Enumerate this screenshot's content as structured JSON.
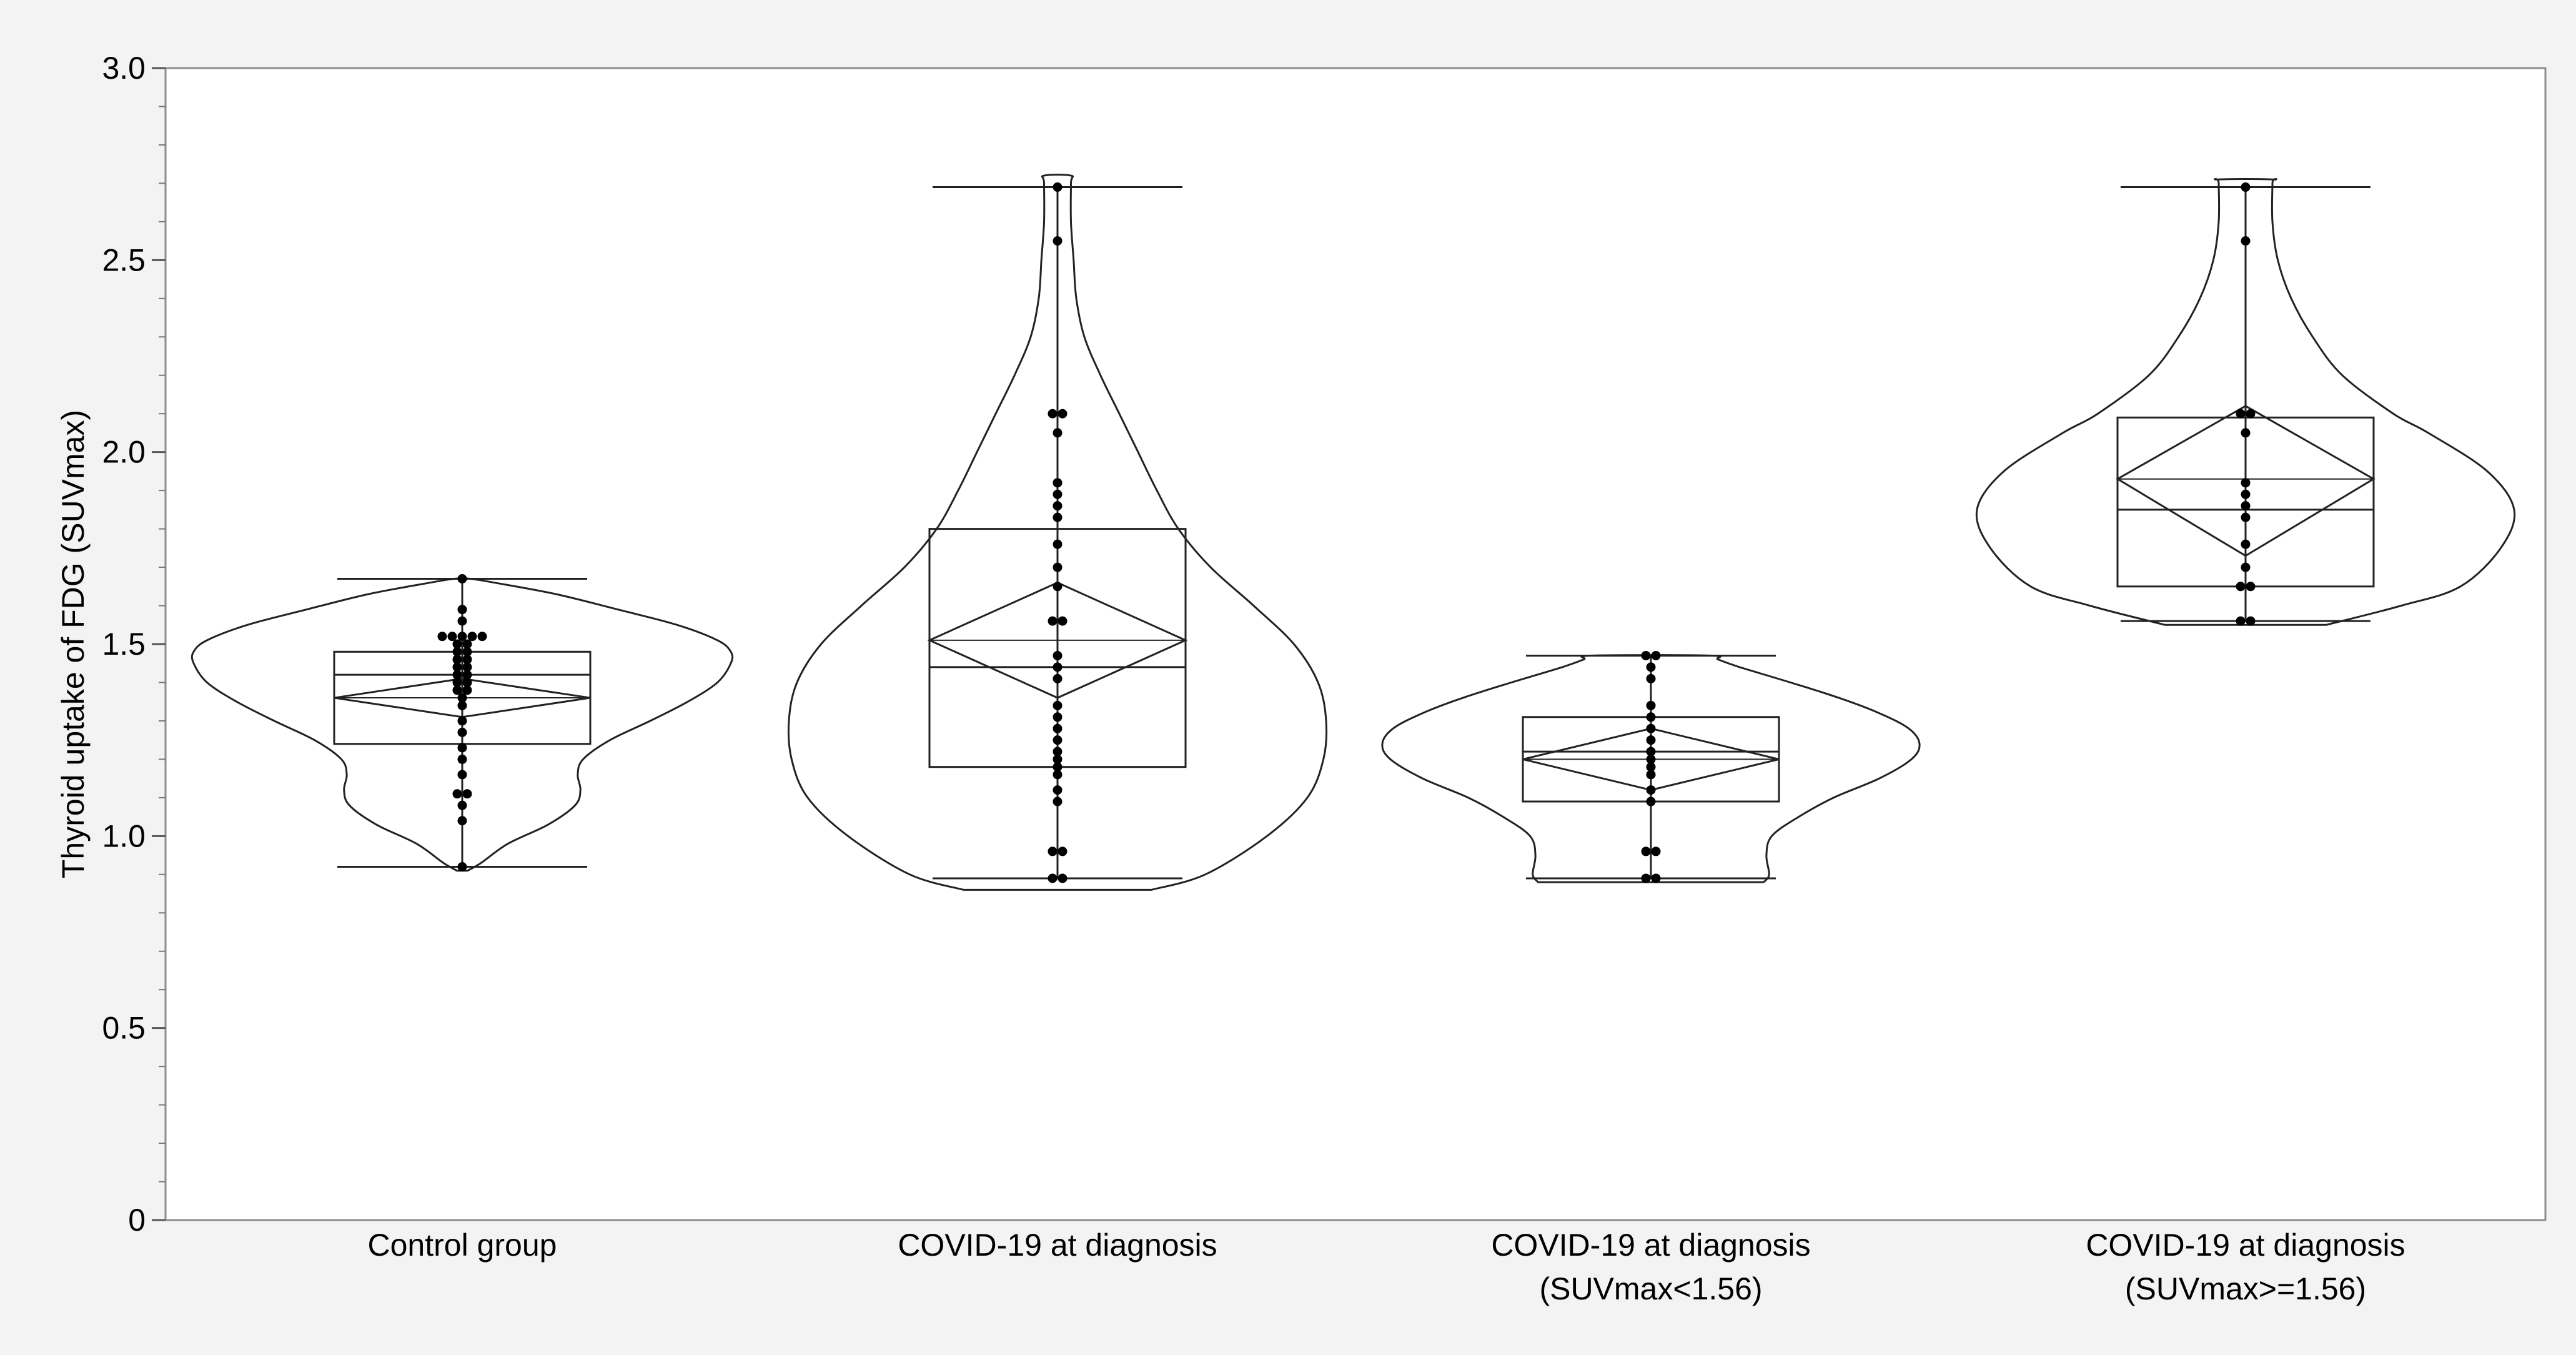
{
  "chart_data": {
    "type": "violin",
    "title": "",
    "xlabel": "",
    "ylabel": "Thyroid uptake of FDG (SUVmax)",
    "ylim": [
      0,
      3.0
    ],
    "yticks": [
      "0",
      "0.5",
      "1.0",
      "1.5",
      "2.0",
      "2.5",
      "3.0"
    ],
    "grid": false,
    "groups": [
      {
        "label_lines": [
          "Control group"
        ],
        "violin_range": [
          0.91,
          1.67
        ],
        "violin_shape": [
          [
            0.91,
            0.02
          ],
          [
            0.93,
            0.07
          ],
          [
            0.98,
            0.17
          ],
          [
            1.03,
            0.32
          ],
          [
            1.08,
            0.42
          ],
          [
            1.12,
            0.44
          ],
          [
            1.16,
            0.43
          ],
          [
            1.2,
            0.45
          ],
          [
            1.25,
            0.55
          ],
          [
            1.3,
            0.7
          ],
          [
            1.35,
            0.84
          ],
          [
            1.4,
            0.95
          ],
          [
            1.45,
            1.0
          ],
          [
            1.48,
            1.0
          ],
          [
            1.51,
            0.95
          ],
          [
            1.55,
            0.8
          ],
          [
            1.59,
            0.58
          ],
          [
            1.63,
            0.35
          ],
          [
            1.66,
            0.12
          ],
          [
            1.67,
            0.03
          ]
        ],
        "whisker_range": [
          0.92,
          1.67
        ],
        "q1": 1.24,
        "median": 1.42,
        "q3": 1.48,
        "mean": 1.36,
        "ci": [
          1.31,
          1.41
        ],
        "points": [
          0.92,
          1.04,
          1.08,
          1.11,
          1.11,
          1.16,
          1.2,
          1.23,
          1.27,
          1.3,
          1.34,
          1.36,
          1.38,
          1.38,
          1.4,
          1.4,
          1.42,
          1.42,
          1.44,
          1.44,
          1.46,
          1.46,
          1.48,
          1.48,
          1.5,
          1.5,
          1.52,
          1.52,
          1.52,
          1.52,
          1.52,
          1.56,
          1.59,
          1.67
        ]
      },
      {
        "label_lines": [
          "COVID-19 at diagnosis"
        ],
        "violin_range": [
          0.86,
          2.72
        ],
        "violin_shape": [
          [
            0.86,
            0.35
          ],
          [
            0.9,
            0.55
          ],
          [
            1.0,
            0.78
          ],
          [
            1.1,
            0.93
          ],
          [
            1.2,
            0.99
          ],
          [
            1.3,
            1.0
          ],
          [
            1.4,
            0.97
          ],
          [
            1.5,
            0.88
          ],
          [
            1.6,
            0.73
          ],
          [
            1.7,
            0.57
          ],
          [
            1.8,
            0.45
          ],
          [
            1.9,
            0.37
          ],
          [
            2.0,
            0.3
          ],
          [
            2.1,
            0.23
          ],
          [
            2.2,
            0.16
          ],
          [
            2.3,
            0.1
          ],
          [
            2.4,
            0.07
          ],
          [
            2.5,
            0.06
          ],
          [
            2.6,
            0.05
          ],
          [
            2.7,
            0.05
          ],
          [
            2.72,
            0.05
          ]
        ],
        "whisker_range": [
          0.89,
          2.69
        ],
        "q1": 1.18,
        "median": 1.44,
        "q3": 1.8,
        "mean": 1.51,
        "ci": [
          1.36,
          1.66
        ],
        "points": [
          0.89,
          0.89,
          0.96,
          0.96,
          1.09,
          1.12,
          1.16,
          1.18,
          1.2,
          1.22,
          1.25,
          1.28,
          1.31,
          1.34,
          1.41,
          1.44,
          1.47,
          1.56,
          1.56,
          1.65,
          1.7,
          1.76,
          1.83,
          1.86,
          1.89,
          1.92,
          2.05,
          2.1,
          2.1,
          2.55,
          2.69
        ]
      },
      {
        "label_lines": [
          "COVID-19 at diagnosis",
          "(SUVmax<1.56)"
        ],
        "violin_range": [
          0.88,
          1.47
        ],
        "violin_shape": [
          [
            0.88,
            0.42
          ],
          [
            0.9,
            0.44
          ],
          [
            0.95,
            0.43
          ],
          [
            1.0,
            0.45
          ],
          [
            1.05,
            0.55
          ],
          [
            1.1,
            0.68
          ],
          [
            1.15,
            0.85
          ],
          [
            1.2,
            0.97
          ],
          [
            1.24,
            1.0
          ],
          [
            1.28,
            0.96
          ],
          [
            1.32,
            0.85
          ],
          [
            1.36,
            0.7
          ],
          [
            1.4,
            0.52
          ],
          [
            1.44,
            0.33
          ],
          [
            1.46,
            0.25
          ],
          [
            1.47,
            0.22
          ]
        ],
        "whisker_range": [
          0.89,
          1.47
        ],
        "q1": 1.09,
        "median": 1.22,
        "q3": 1.31,
        "mean": 1.2,
        "ci": [
          1.12,
          1.28
        ],
        "points": [
          0.89,
          0.89,
          0.96,
          0.96,
          1.09,
          1.12,
          1.16,
          1.18,
          1.2,
          1.22,
          1.25,
          1.28,
          1.31,
          1.34,
          1.41,
          1.44,
          1.47,
          1.47
        ]
      },
      {
        "label_lines": [
          "COVID-19 at diagnosis",
          "(SUVmax>=1.56)"
        ],
        "violin_range": [
          1.55,
          2.71
        ],
        "violin_shape": [
          [
            1.55,
            0.3
          ],
          [
            1.6,
            0.58
          ],
          [
            1.65,
            0.8
          ],
          [
            1.75,
            0.95
          ],
          [
            1.85,
            1.0
          ],
          [
            1.95,
            0.9
          ],
          [
            2.05,
            0.68
          ],
          [
            2.1,
            0.55
          ],
          [
            2.2,
            0.36
          ],
          [
            2.3,
            0.25
          ],
          [
            2.4,
            0.17
          ],
          [
            2.5,
            0.12
          ],
          [
            2.6,
            0.1
          ],
          [
            2.7,
            0.1
          ],
          [
            2.71,
            0.1
          ]
        ],
        "whisker_range": [
          1.56,
          2.69
        ],
        "q1": 1.65,
        "median": 1.85,
        "q3": 2.09,
        "mean": 1.93,
        "ci": [
          1.73,
          2.12
        ],
        "points": [
          1.56,
          1.56,
          1.65,
          1.65,
          1.7,
          1.76,
          1.83,
          1.86,
          1.89,
          1.92,
          2.05,
          2.1,
          2.1,
          2.55,
          2.69
        ]
      }
    ]
  }
}
